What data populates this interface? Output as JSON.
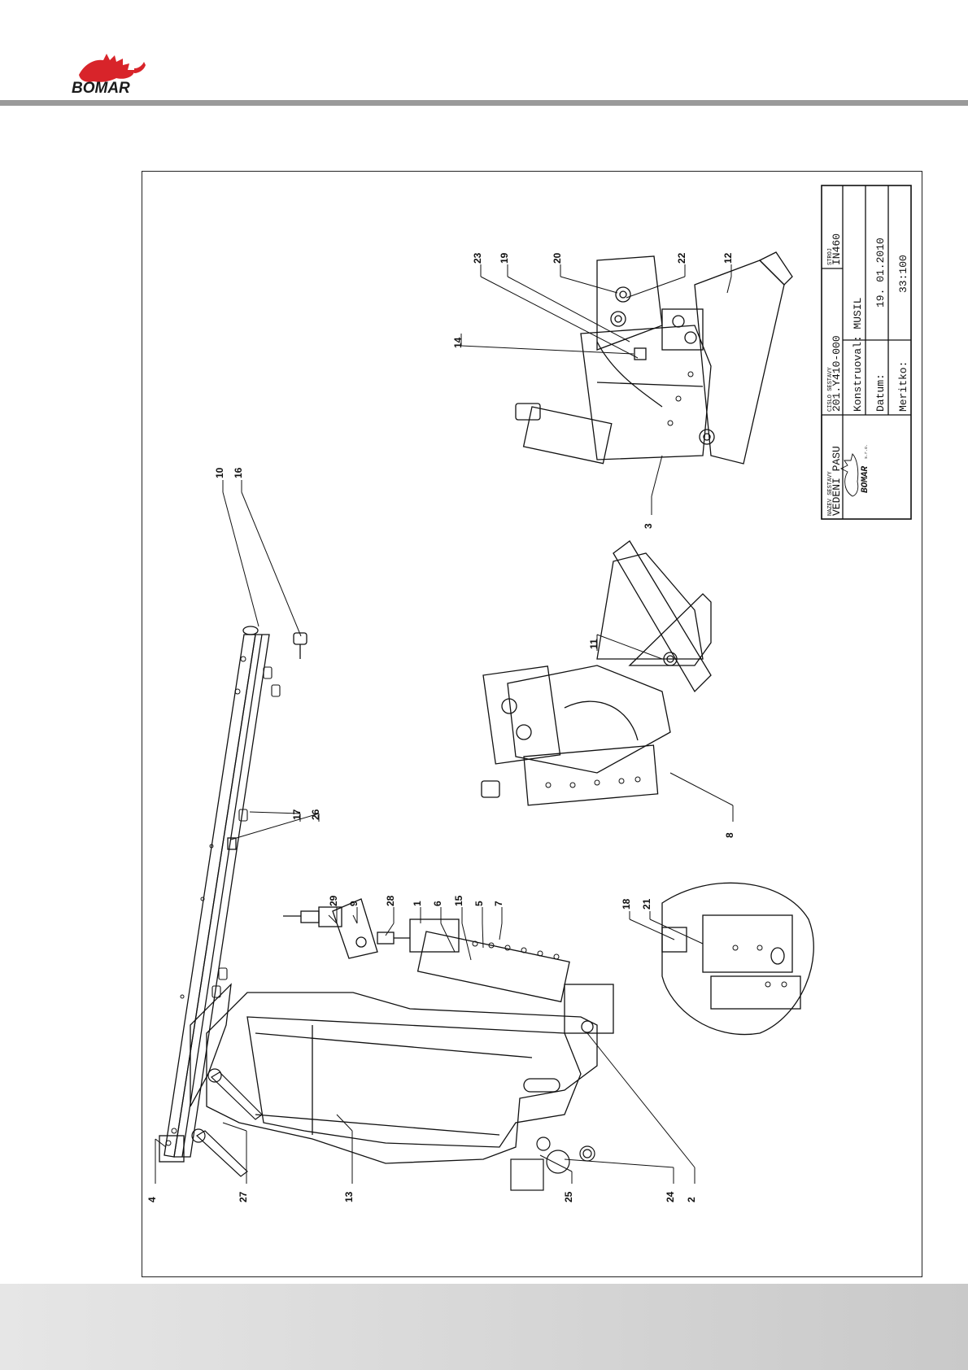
{
  "header": {
    "logo_text": "BOMAR"
  },
  "title_block": {
    "name_label": "NAZEV SESTAVY",
    "name_value": "VEDENI PASU",
    "number_label": "CISLO SESTAVY",
    "number_value": "201.Y410-000",
    "machine_label": "STROJ",
    "machine_value": "IN460",
    "designer": "Konstruoval: MUSIL",
    "date_label": "Datum:",
    "date_value": "19. 01.2010",
    "scale_label": "Meritko:",
    "scale_value": "33:100",
    "logo_text": "BOMAR",
    "logo_suffix": "s.r.o."
  },
  "callouts": [
    "4",
    "27",
    "13",
    "25",
    "24",
    "2",
    "1",
    "6",
    "15",
    "5",
    "7",
    "28",
    "9",
    "29",
    "17",
    "26",
    "16",
    "10",
    "8",
    "11",
    "18",
    "21",
    "3",
    "14",
    "23",
    "19",
    "20",
    "22",
    "12"
  ],
  "colors": {
    "logo_red": "#d8242a",
    "rule_gray": "#9a9a9a",
    "line": "#111111"
  }
}
